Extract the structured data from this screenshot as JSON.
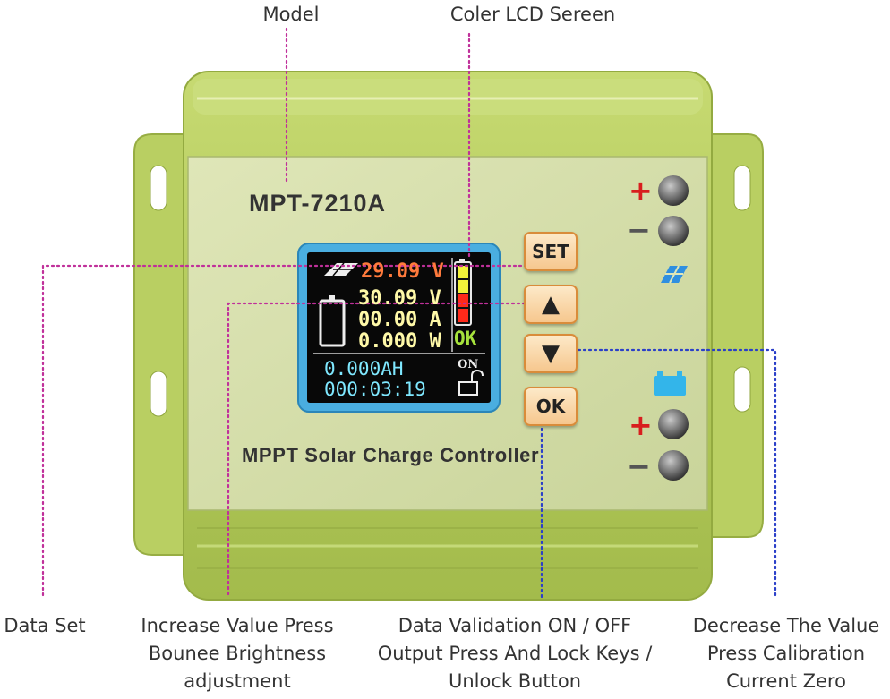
{
  "callouts": {
    "model": "Model",
    "lcd": "Coler LCD Sereen",
    "data_set": "Data Set",
    "increase": [
      "Increase Value Press",
      "Bounee Brightness",
      "adjustment"
    ],
    "validation": [
      "Data Validation ON / OFF",
      "Output Press And Lock Keys /",
      "Unlock Button"
    ],
    "decrease": [
      "Decrease The Value",
      "Press Calibration",
      "Current Zero"
    ]
  },
  "device": {
    "model_label": "MPT-7210A",
    "product_name": "MPPT Solar Charge Controller",
    "plus_sign": "+",
    "minus_sign": "−"
  },
  "lcd": {
    "pv_voltage": "29.09 V",
    "battery_voltage": "30.09 V",
    "current": "00.00 A",
    "power": "0.000 W",
    "status": "OK",
    "output": "ON",
    "amp_hours": "0.000AH",
    "runtime": "000:03:19"
  },
  "keys": {
    "set": "SET",
    "up": "▲",
    "down": "▼",
    "ok": "OK"
  },
  "colors": {
    "housing": "#b5cc5a",
    "lcd_frame": "#4aaee0",
    "pv_text": "#ff7a3c",
    "value_text": "#fff9a8",
    "bottom_text": "#7fe8ff",
    "ok_text": "#a6e23c",
    "callout_line": "#c0309a",
    "callout_line_alt": "#2a3fc9"
  }
}
